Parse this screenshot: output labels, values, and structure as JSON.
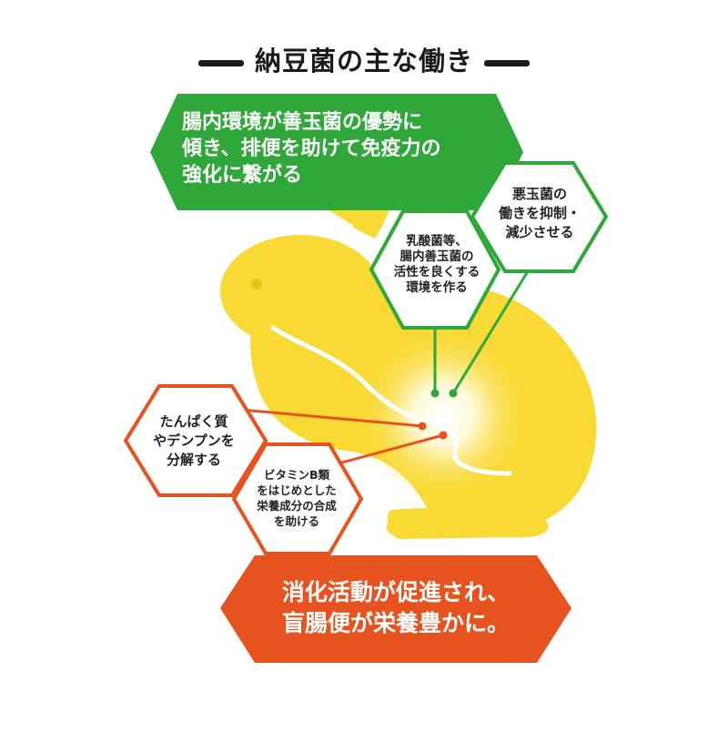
{
  "title": "納豆菌の主な働き",
  "top_box": {
    "lines": [
      "腸内環境が善玉菌の優勢に",
      "傾き、排便を助けて免疫力の",
      "強化に繋がる"
    ],
    "color": "#2fa839"
  },
  "hexagons": [
    {
      "id": "hex-lactic",
      "lines": [
        "乳酸菌等、",
        "腸内善玉菌の",
        "活性を良くする",
        "環境を作る"
      ],
      "border": "#2fa839"
    },
    {
      "id": "hex-bad-bacteria",
      "lines": [
        "悪玉菌の",
        "働きを抑制・",
        "減少させる"
      ],
      "border": "#2fa839"
    },
    {
      "id": "hex-protein",
      "lines": [
        "たんぱく質",
        "やデンプンを",
        "分解する"
      ],
      "border": "#e6531f"
    },
    {
      "id": "hex-vitamin",
      "lines": [
        "ビタミンB類",
        "をはじめとした",
        "栄養成分の合成",
        "を助ける"
      ],
      "border": "#e6531f"
    }
  ],
  "bottom_box": {
    "lines": [
      "消化活動が促進され、",
      "盲腸便が栄養豊かに。"
    ],
    "color": "#e6531f"
  },
  "colors": {
    "rabbit": "#f9d934",
    "green": "#2fa839",
    "orange": "#e6531f"
  }
}
